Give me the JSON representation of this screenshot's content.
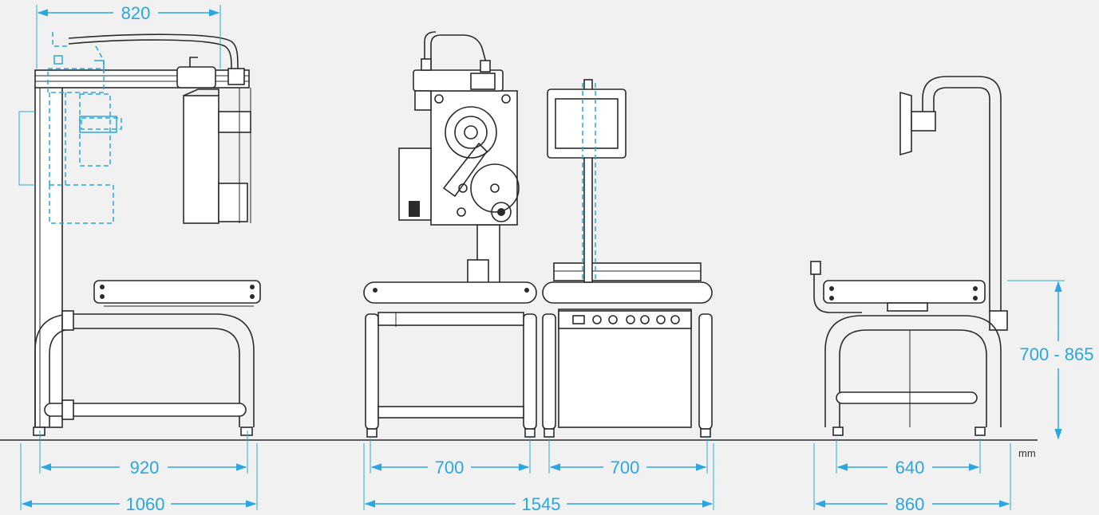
{
  "colors": {
    "dimension": "#2aa7e0",
    "machine": "#2b2b2b",
    "background": "#f1f1f1"
  },
  "unit_label": "mm",
  "dimensions": {
    "top_width": "820",
    "left_frame": "920",
    "left_overall": "1060",
    "center_frame_a": "700",
    "center_frame_b": "700",
    "center_overall": "1545",
    "right_frame": "640",
    "right_overall": "860",
    "height_range": "700 - 865"
  }
}
